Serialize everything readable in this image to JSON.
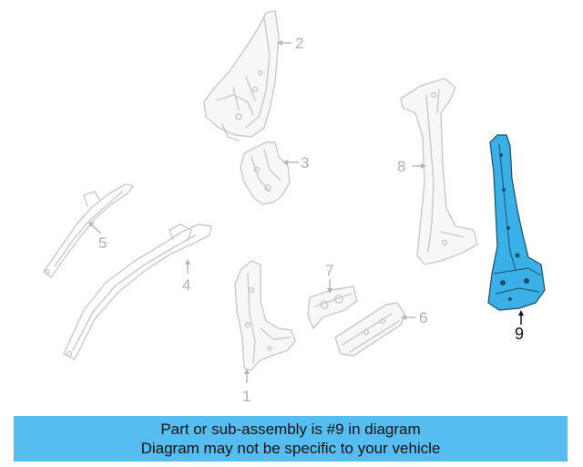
{
  "callouts": {
    "c1": "1",
    "c2": "2",
    "c3": "3",
    "c4": "4",
    "c5": "5",
    "c6": "6",
    "c7": "7",
    "c8": "8",
    "c9": "9"
  },
  "highlighted_part": "9",
  "colors": {
    "highlight_fill": "#3ab0e6",
    "highlight_outline": "#1b4d6e",
    "banner_background": "#56bdf0"
  },
  "banner": {
    "line1": "Part or sub-assembly is #9 in diagram",
    "line2": "Diagram may not be specific to your vehicle"
  }
}
